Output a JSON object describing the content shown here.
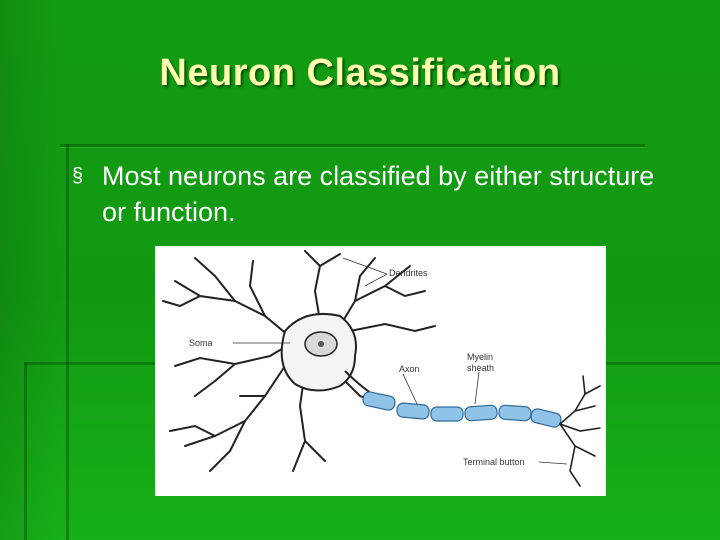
{
  "slide": {
    "title": "Neuron Classification",
    "bullet": {
      "icon": "square-bullet-icon",
      "text": "Most neurons are classified by either structure or function."
    }
  },
  "figure": {
    "labels": {
      "dendrites": "Dendrites",
      "soma": "Soma",
      "axon": "Axon",
      "myelin_line1": "Myelin",
      "myelin_line2": "sheath",
      "terminal": "Terminal button"
    }
  },
  "colors": {
    "background": "#129c12",
    "title": "#ffffb0",
    "bullet_text": "#ffffff",
    "myelin": "#8fc3e8"
  }
}
